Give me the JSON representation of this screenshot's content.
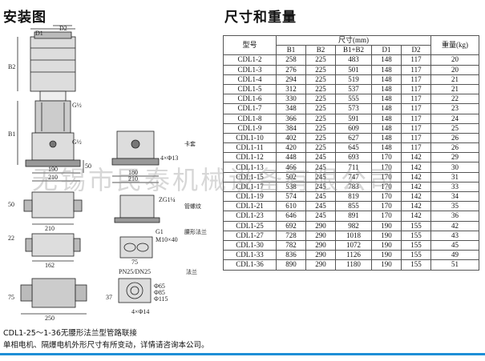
{
  "titles": {
    "left": "安装图",
    "right": "尺寸和重量"
  },
  "table": {
    "header": {
      "model": "型号",
      "size_group": "尺寸(mm)",
      "cols": [
        "B1",
        "B2",
        "B1+B2",
        "D1",
        "D2"
      ],
      "weight": "重量(kg)"
    },
    "rows": [
      [
        "CDL1-2",
        "258",
        "225",
        "483",
        "148",
        "117",
        "20"
      ],
      [
        "CDL1-3",
        "276",
        "225",
        "501",
        "148",
        "117",
        "20"
      ],
      [
        "CDL1-4",
        "294",
        "225",
        "519",
        "148",
        "117",
        "21"
      ],
      [
        "CDL1-5",
        "312",
        "225",
        "537",
        "148",
        "117",
        "21"
      ],
      [
        "CDL1-6",
        "330",
        "225",
        "555",
        "148",
        "117",
        "22"
      ],
      [
        "CDL1-7",
        "348",
        "225",
        "573",
        "148",
        "117",
        "23"
      ],
      [
        "CDL1-8",
        "366",
        "225",
        "591",
        "148",
        "117",
        "24"
      ],
      [
        "CDL1-9",
        "384",
        "225",
        "609",
        "148",
        "117",
        "25"
      ],
      [
        "CDL1-10",
        "402",
        "225",
        "627",
        "148",
        "117",
        "26"
      ],
      [
        "CDL1-11",
        "420",
        "225",
        "645",
        "148",
        "117",
        "26"
      ],
      [
        "CDL1-12",
        "448",
        "245",
        "693",
        "170",
        "142",
        "29"
      ],
      [
        "CDL1-13",
        "466",
        "245",
        "711",
        "170",
        "142",
        "30"
      ],
      [
        "CDL1-15",
        "502",
        "245",
        "747",
        "170",
        "142",
        "31"
      ],
      [
        "CDL1-17",
        "538",
        "245",
        "783",
        "170",
        "142",
        "33"
      ],
      [
        "CDL1-19",
        "574",
        "245",
        "819",
        "170",
        "142",
        "34"
      ],
      [
        "CDL1-21",
        "610",
        "245",
        "855",
        "170",
        "142",
        "35"
      ],
      [
        "CDL1-23",
        "646",
        "245",
        "891",
        "170",
        "142",
        "36"
      ],
      [
        "CDL1-25",
        "692",
        "290",
        "982",
        "190",
        "155",
        "42"
      ],
      [
        "CDL1-27",
        "728",
        "290",
        "1018",
        "190",
        "155",
        "43"
      ],
      [
        "CDL1-30",
        "782",
        "290",
        "1072",
        "190",
        "155",
        "45"
      ],
      [
        "CDL1-33",
        "836",
        "290",
        "1126",
        "190",
        "155",
        "49"
      ],
      [
        "CDL1-36",
        "890",
        "290",
        "1180",
        "190",
        "155",
        "51"
      ]
    ]
  },
  "notes": [
    "CDL1-25～1-36无腰形法兰型管路联接",
    "单相电机、隔爆电机外形尺寸有所变动，详情请咨询本公司。"
  ],
  "watermark": "无锡市民泰机械设备有限公司",
  "drawing_labels": {
    "d1": "D1",
    "d2": "D2",
    "b1": "B1",
    "b2": "B2",
    "g_top": "G½",
    "g_bottom": "G½",
    "dim_190": "190",
    "dim_210": "210",
    "dim_50": "50",
    "dim_180": "180",
    "dim_210b": "210",
    "holes": "4×Φ13",
    "ka_tao": "卡套",
    "zg": "ZG1¼",
    "thread": "管螺纹",
    "dim_210c": "210",
    "dim_22": "22",
    "dim_162": "162",
    "dim_50b": "50",
    "g1": "G1",
    "m10": "M10×40",
    "oval_flange": "腰形法兰",
    "dim_75": "75",
    "pn": "PN25/DN25",
    "flange": "法兰",
    "dim_250": "250",
    "dim_75b": "75",
    "dim_37": "37",
    "holes_b": "4×Φ14",
    "phi_a": "Φ65",
    "phi_b": "Φ85",
    "phi_c": "Φ115"
  }
}
